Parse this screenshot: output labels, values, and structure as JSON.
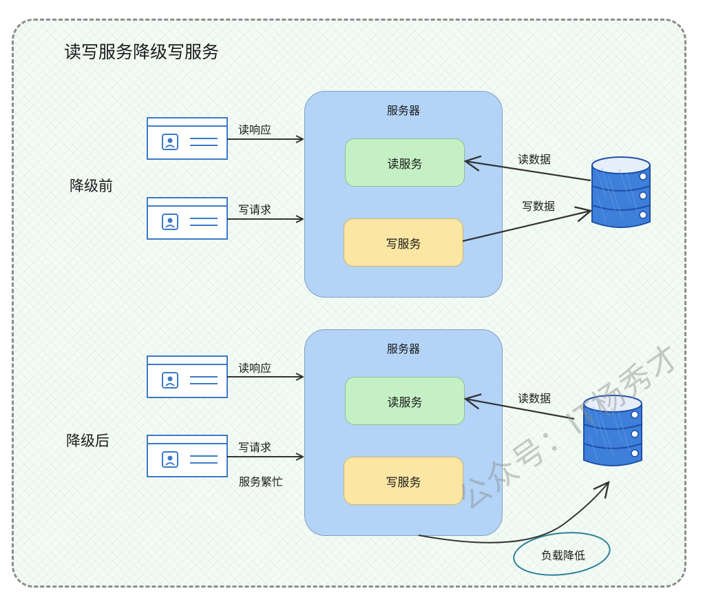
{
  "title": "读写服务降级写服务",
  "before": {
    "label": "降级前",
    "server_title": "服务器",
    "read_service": "读服务",
    "write_service": "写服务",
    "client_read_label": "读响应",
    "client_write_label": "写请求",
    "db_read_label": "读数据",
    "db_write_label": "写数据"
  },
  "after": {
    "label": "降级后",
    "server_title": "服务器",
    "read_service": "读服务",
    "write_service": "写服务",
    "client_read_label": "读响应",
    "client_write_label": "写请求",
    "busy_label": "服务繁忙",
    "db_read_label": "读数据",
    "load_label": "负载降低"
  },
  "watermark": "公众号：IT杨秀才",
  "colors": {
    "server_fill": "#b3d4f7",
    "read_fill": "#c5f0c5",
    "write_fill": "#fbe6a3",
    "client_stroke": "#3c78c8",
    "db_fill": "#3d7fd9",
    "badge_stroke": "#2e7f99"
  },
  "icons": {
    "client": "client-card-icon",
    "database": "database-icon"
  }
}
